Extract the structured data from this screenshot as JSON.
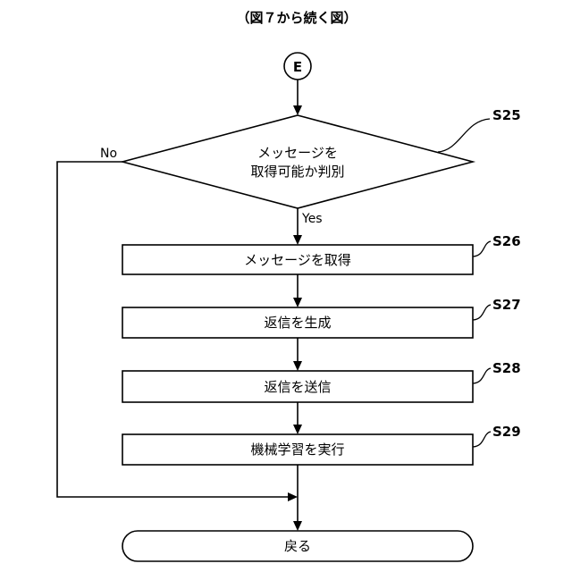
{
  "caption": "（図７から続く図）",
  "connector": "E",
  "decision": {
    "line1": "メッセージを",
    "line2": "取得可能か判別",
    "step_id": "S25",
    "no_label": "No",
    "yes_label": "Yes"
  },
  "steps": [
    {
      "label": "メッセージを取得",
      "step_id": "S26"
    },
    {
      "label": "返信を生成",
      "step_id": "S27"
    },
    {
      "label": "返信を送信",
      "step_id": "S28"
    },
    {
      "label": "機械学習を実行",
      "step_id": "S29"
    }
  ],
  "terminal": "戻る"
}
